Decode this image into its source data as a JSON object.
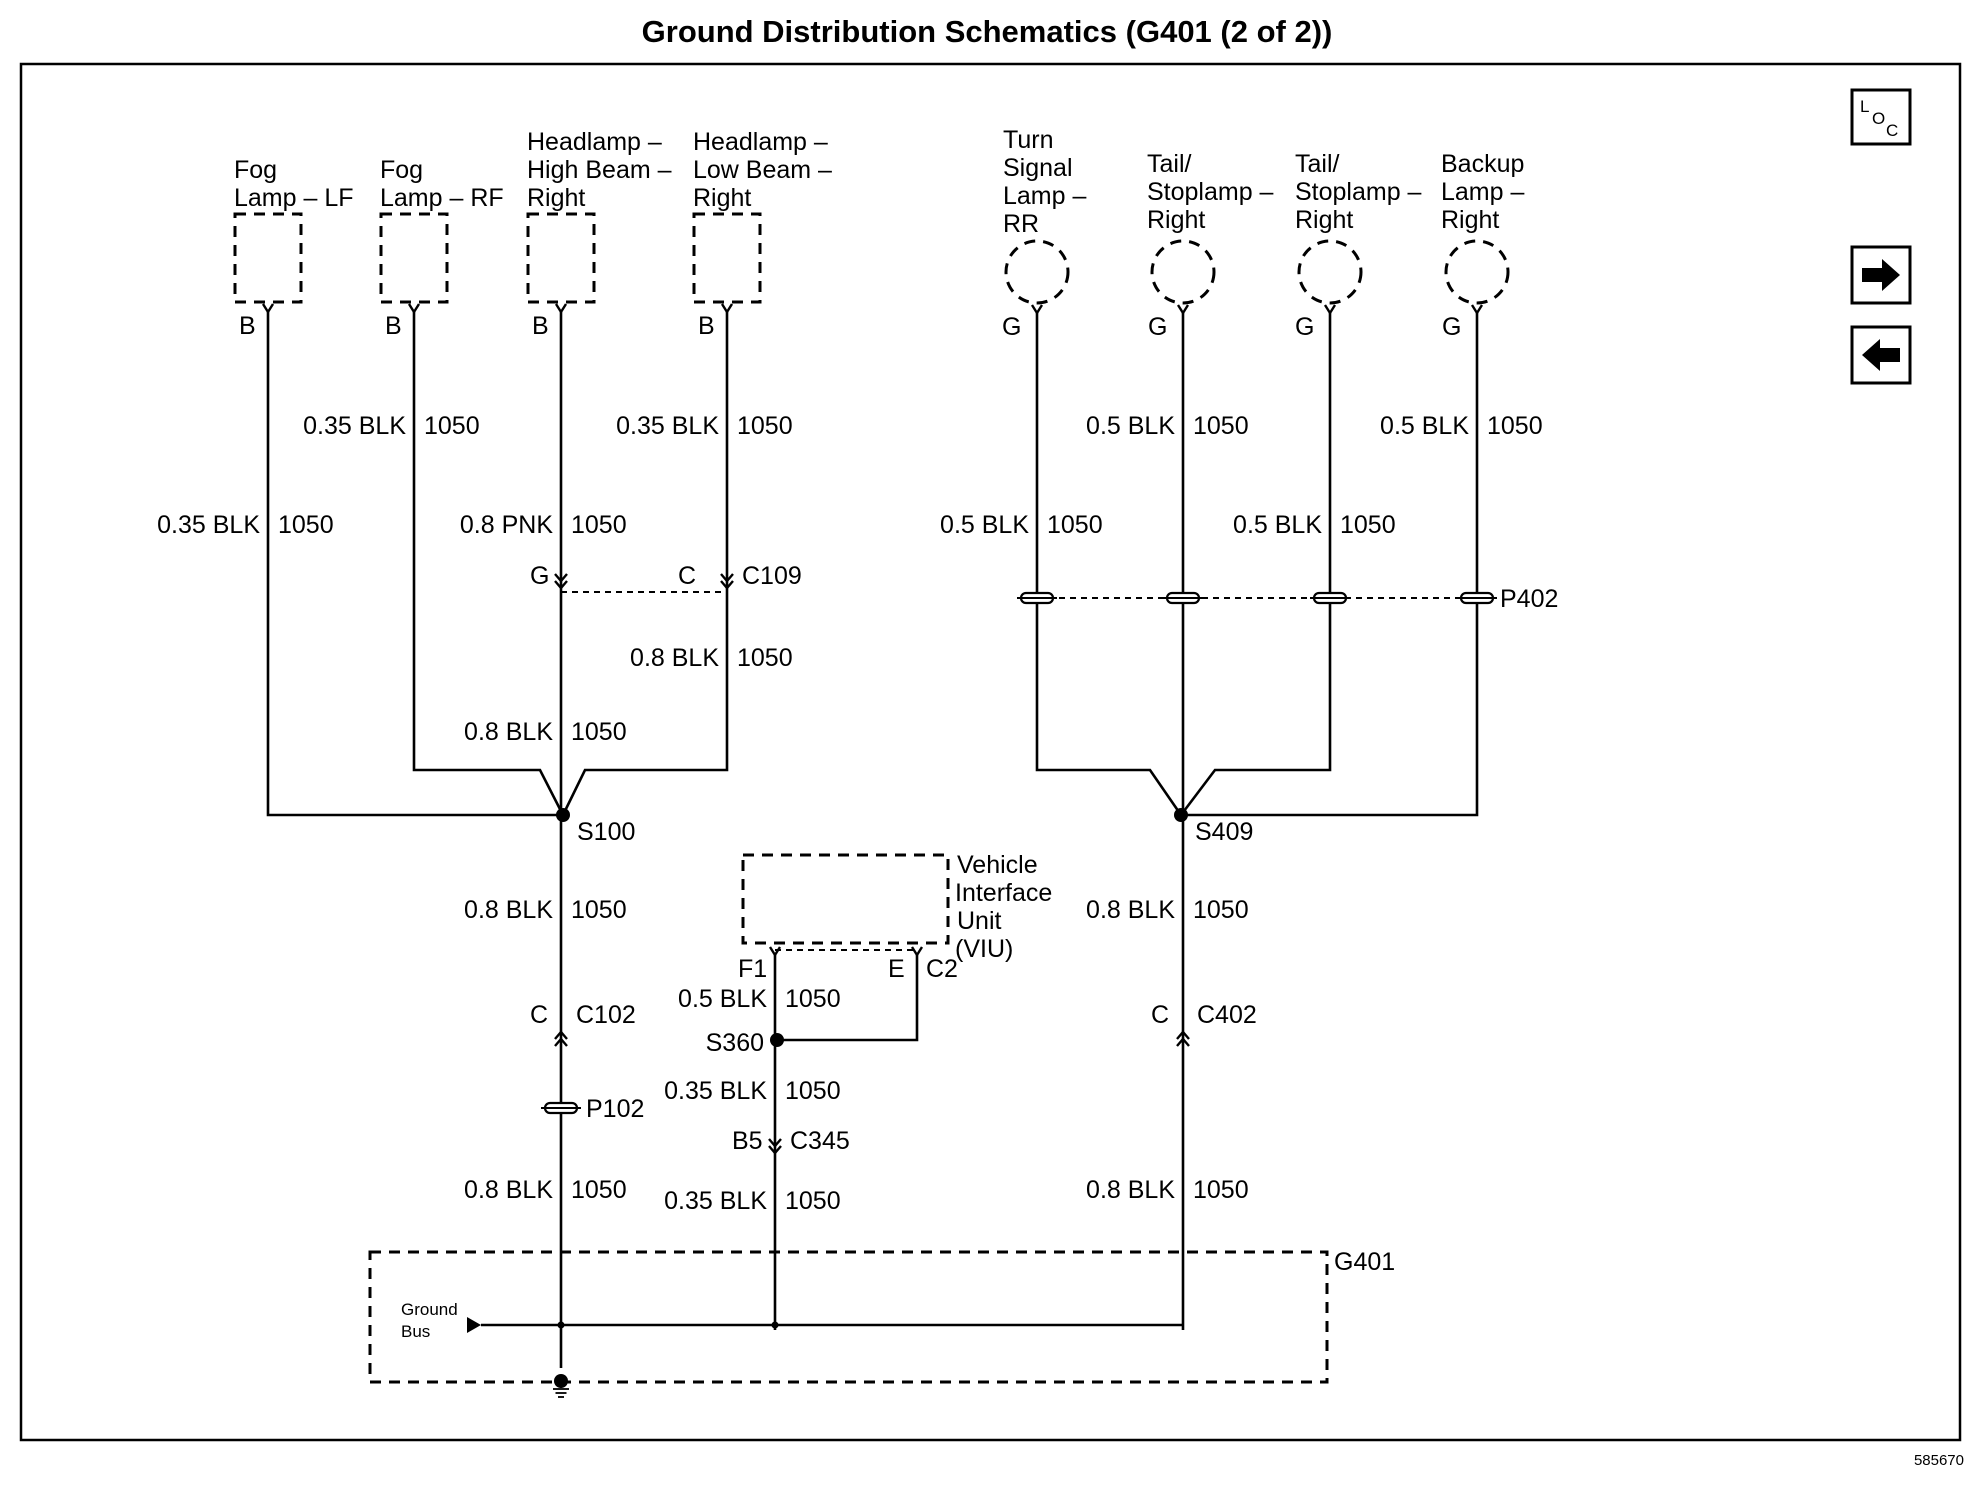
{
  "title": "Ground Distribution Schematics (G401 (2 of 2))",
  "figure_id": "585670",
  "nav": {
    "loc_l": "L",
    "loc_o": "O",
    "loc_c": "C"
  },
  "components": {
    "fog_lf": [
      "Fog",
      "Lamp – LF"
    ],
    "fog_rf": [
      "Fog",
      "Lamp – RF"
    ],
    "hl_high": [
      "Headlamp –",
      "High Beam –",
      "Right"
    ],
    "hl_low": [
      "Headlamp –",
      "Low Beam –",
      "Right"
    ],
    "turn_rr": [
      "Turn",
      "Signal",
      "Lamp –",
      "RR"
    ],
    "tail1": [
      "Tail/",
      "Stoplamp –",
      "Right"
    ],
    "tail2": [
      "Tail/",
      "Stoplamp –",
      "Right"
    ],
    "backup": [
      "Backup",
      "Lamp –",
      "Right"
    ],
    "viu": [
      "Vehicle",
      "Interface",
      "Unit",
      "(VIU)"
    ]
  },
  "pins": {
    "fog_lf": "B",
    "fog_rf": "B",
    "hl_high": "B",
    "hl_low": "B",
    "turn_rr": "G",
    "tail1": "G",
    "tail2": "G",
    "backup": "G",
    "c109_g": "G",
    "c109_c": "C",
    "c102": "C",
    "c402": "C",
    "viu_f1": "F1",
    "viu_e": "E",
    "c345_b5": "B5"
  },
  "connectors": {
    "c109": "C109",
    "p402": "P402",
    "c102": "C102",
    "p102": "P102",
    "c402": "C402",
    "c345": "C345",
    "viu_c2": "C2"
  },
  "splices": {
    "s100": "S100",
    "s409": "S409",
    "s360": "S360"
  },
  "ground": {
    "name": "G401",
    "bus": [
      "Ground",
      "Bus"
    ]
  },
  "wires": {
    "fog_lf": {
      "gauge": "0.35 BLK",
      "circuit": "1050"
    },
    "fog_rf": {
      "gauge": "0.35 BLK",
      "circuit": "1050"
    },
    "hl_high": {
      "gauge": "0.8 PNK",
      "circuit": "1050"
    },
    "hl_low_top": {
      "gauge": "0.35 BLK",
      "circuit": "1050"
    },
    "hl_low_mid": {
      "gauge": "0.8 BLK",
      "circuit": "1050"
    },
    "hl_high_low": {
      "gauge": "0.8 BLK",
      "circuit": "1050"
    },
    "s100_down": {
      "gauge": "0.8 BLK",
      "circuit": "1050"
    },
    "p102_down": {
      "gauge": "0.8 BLK",
      "circuit": "1050"
    },
    "turn_rr": {
      "gauge": "0.5 BLK",
      "circuit": "1050"
    },
    "tail1": {
      "gauge": "0.5 BLK",
      "circuit": "1050"
    },
    "tail2": {
      "gauge": "0.5 BLK",
      "circuit": "1050"
    },
    "backup": {
      "gauge": "0.5 BLK",
      "circuit": "1050"
    },
    "s409_down": {
      "gauge": "0.8 BLK",
      "circuit": "1050"
    },
    "c402_down": {
      "gauge": "0.8 BLK",
      "circuit": "1050"
    },
    "viu_f1": {
      "gauge": "0.5 BLK",
      "circuit": "1050"
    },
    "s360_down": {
      "gauge": "0.35 BLK",
      "circuit": "1050"
    },
    "c345_down": {
      "gauge": "0.35 BLK",
      "circuit": "1050"
    }
  }
}
